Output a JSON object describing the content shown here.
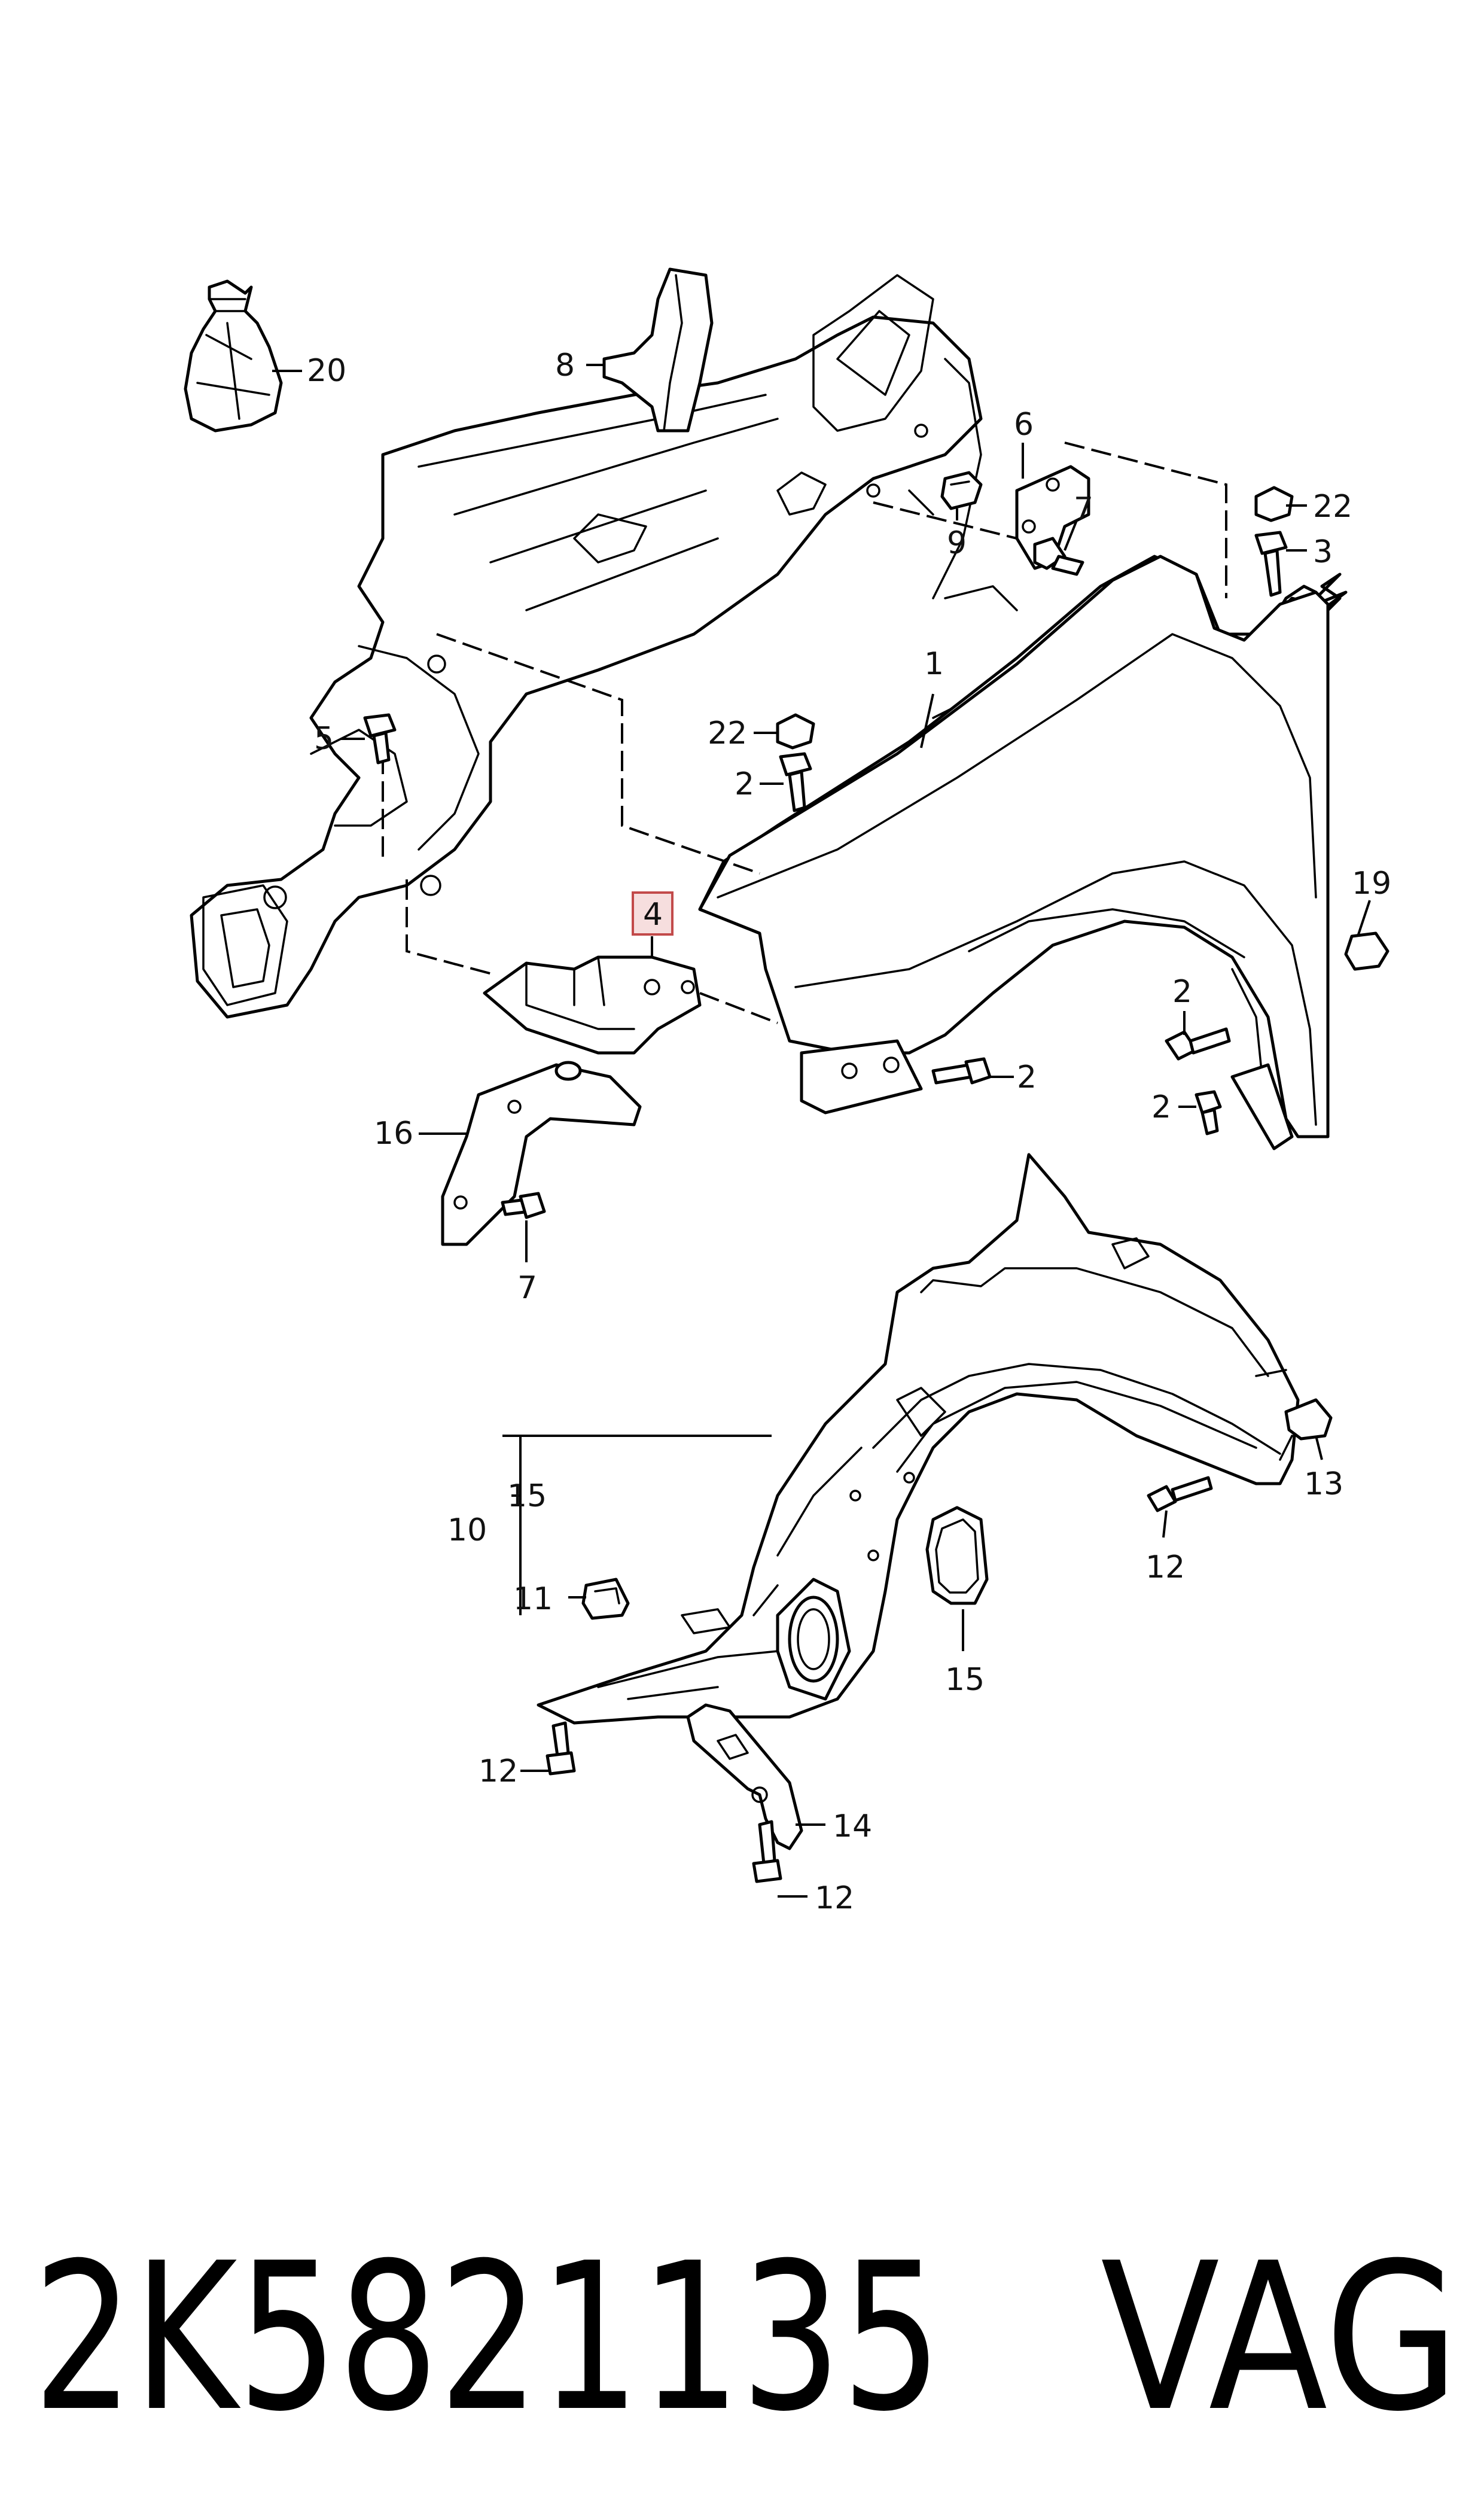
{
  "part_number": "2K5821135",
  "brand": "VAG",
  "highlight_color": "#c24a4a",
  "highlight_fill": "#f6dede",
  "callouts": {
    "c1": "1",
    "c2a": "2",
    "c2b": "2",
    "c2c": "2",
    "c2d": "2",
    "c3": "3",
    "c4": "4",
    "c5": "5",
    "c6": "6",
    "c7a": "7",
    "c7b": "7",
    "c8": "8",
    "c9": "9",
    "c10": "10",
    "c11": "11",
    "c12a": "12",
    "c12b": "12",
    "c12c": "12",
    "c13": "13",
    "c14": "14",
    "c15a": "15",
    "c15b": "15",
    "c16": "16",
    "c19": "19",
    "c20": "20",
    "c22a": "22",
    "c22b": "22"
  }
}
